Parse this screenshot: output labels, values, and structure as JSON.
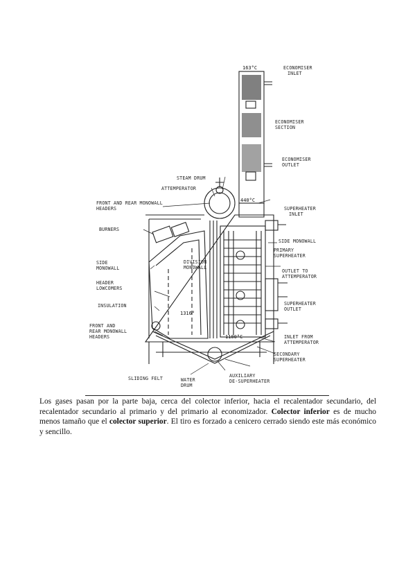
{
  "figure": {
    "temp_top": "163°C",
    "temp_econ": "440°C",
    "temp_furnace": "1316°",
    "temp_super": "1100°C",
    "labels": {
      "economiser_inlet": [
        "ECONOMISER",
        "INLET"
      ],
      "economiser_section": [
        "ECONOMISER",
        "SECTION"
      ],
      "economiser_outlet": [
        "ECONOMISER",
        "OUTLET"
      ],
      "steam_drum": "STEAM DRUM",
      "attemperator": "ATTEMPERATOR",
      "front_rear_monowall_top": [
        "FRONT AND REAR MONOWALL",
        "HEADERS"
      ],
      "superheater_inlet": [
        "SUPERHEATER",
        "INLET"
      ],
      "burners": "BURNERS",
      "side_monowall_right": "SIDE MONOWALL",
      "primary_superheater": [
        "PRIMARY",
        "SUPERHEATER"
      ],
      "side_monowall_left": [
        "SIDE",
        "MONOWALL"
      ],
      "division_monowall": [
        "DIVISION",
        "MONOWALL"
      ],
      "outlet_to_attemperator": [
        "OUTLET TO",
        "ATTEMPERATOR"
      ],
      "header_lowcomers": [
        "HEADER",
        "LOWCOMERS"
      ],
      "insulation": "INSULATION",
      "superheater_outlet": [
        "SUPERHEATER",
        "OUTLET"
      ],
      "front_rear_monowall_bottom": [
        "FRONT AND",
        "REAR MONOWALL",
        "HEADERS"
      ],
      "inlet_from_attemperator": [
        "INLET FROM",
        "ATTEMPERATOR"
      ],
      "secondary_superheater": [
        "SECONDARY",
        "SUPERHEATER"
      ],
      "sliding_felt": "SLIDING FELT",
      "water_drum": [
        "WATER",
        "DRUM"
      ],
      "auxiliary_desuperheater": [
        "AUXILIARY",
        "DE-SUPERHEATER"
      ]
    }
  },
  "paragraph": {
    "part1": "Los gases pasan por la parte baja, cerca del colector inferior, hacia el recalentador secundario, del recalentador secundario al primario y del primario al economizador. ",
    "bold1": "Colector inferior",
    "part2": " es de mucho menos tamaño que el ",
    "bold2": "colector superior",
    "part3": ". El tiro es forzado a cenicero cerrado siendo este más económico y sencillo."
  }
}
